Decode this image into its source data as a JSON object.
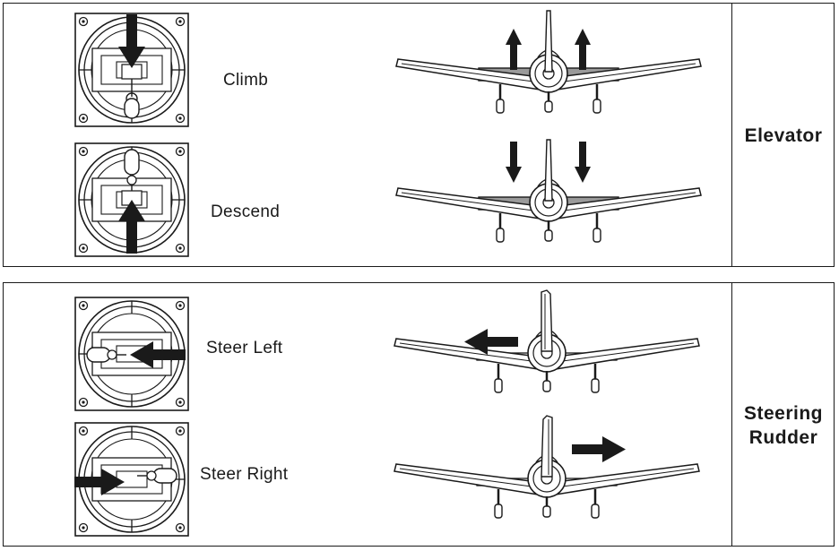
{
  "elevator": {
    "title": "Elevator",
    "rows": [
      {
        "label": "Climb"
      },
      {
        "label": "Descend"
      }
    ]
  },
  "rudder": {
    "title_line1": "Steering",
    "title_line2": "Rudder",
    "rows": [
      {
        "label": "Steer Left"
      },
      {
        "label": "Steer Right"
      }
    ]
  },
  "colors": {
    "ink": "#1a1a1a",
    "surface_fill": "#9a9a9a",
    "paper": "#ffffff"
  }
}
